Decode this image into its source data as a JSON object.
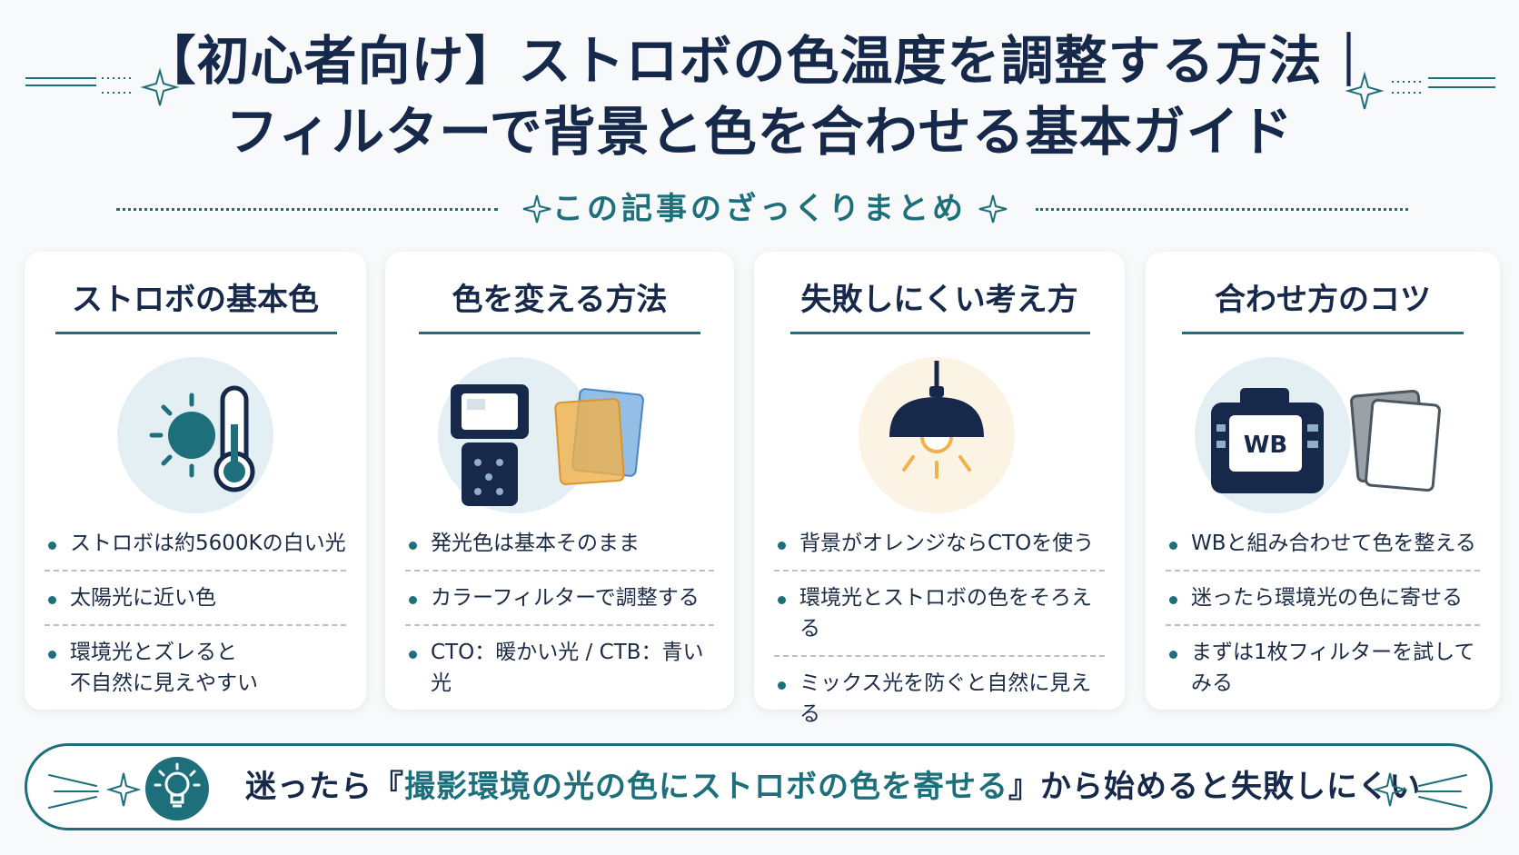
{
  "title": {
    "line1": "【初心者向け】ストロボの色温度を調整する方法｜",
    "line2": "フィルターで背景と色を合わせる基本ガイド"
  },
  "subtitle": "この記事のざっくりまとめ",
  "cards": [
    {
      "title": "ストロボの基本色",
      "icon": "sun-thermometer-icon",
      "bullets": [
        "ストロボは約5600Kの白い光",
        "太陽光に近い色",
        "環境光とズレると\n不自然に見えやすい"
      ]
    },
    {
      "title": "色を変える方法",
      "icon": "strobe-filter-icon",
      "bullets": [
        "発光色は基本そのまま",
        "カラーフィルターで調整する",
        "CTO：暖かい光 / CTB：青い光"
      ]
    },
    {
      "title": "失敗しにくい考え方",
      "icon": "lamp-icon",
      "bullets": [
        "背景がオレンジならCTOを使う",
        "環境光とストロボの色をそろえる",
        "ミックス光を防ぐと自然に見える"
      ]
    },
    {
      "title": "合わせ方のコツ",
      "icon": "camera-wb-icon",
      "camera_label": "WB",
      "bullets": [
        "WBと組み合わせて色を整える",
        "迷ったら環境光の色に寄せる",
        "まずは1枚フィルターを試してみる"
      ]
    }
  ],
  "summary": {
    "prefix": "迷ったら『",
    "highlight": "撮影環境の光の色にストロボの色を寄せる",
    "suffix": "』から始めると失敗しにくい",
    "icon": "lightbulb-icon"
  },
  "colors": {
    "navy": "#17294a",
    "teal": "#1e6f7c",
    "circle_blue": "#e3eff3",
    "circle_cream": "#fbf3e4",
    "filter_orange": "#f0b24a",
    "filter_blue": "#6fa8dc"
  }
}
